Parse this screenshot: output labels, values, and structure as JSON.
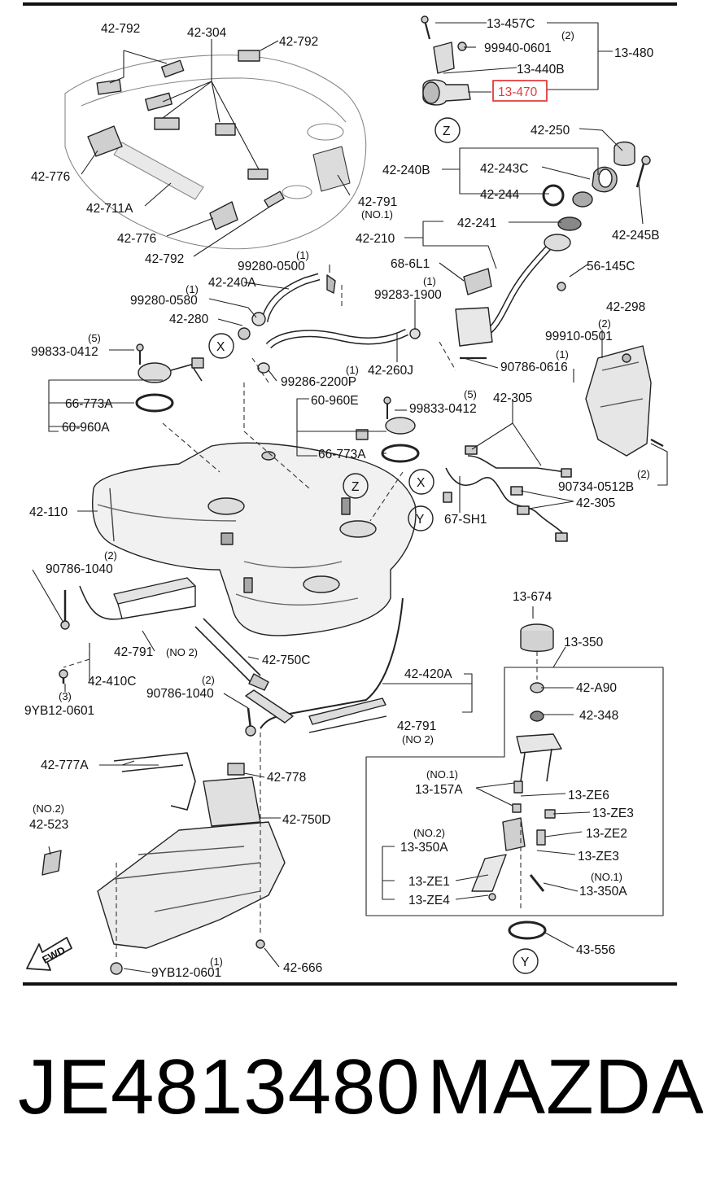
{
  "footer": {
    "part_number": "JE4813480",
    "brand": "MAZDA"
  },
  "highlight": {
    "color": "#e23b3b",
    "part": "13-470"
  },
  "labels": {
    "l42_792_a": "42-792",
    "l42_304": "42-304",
    "l42_792_b": "42-792",
    "l42_776_a": "42-776",
    "l42_711a": "42-711A",
    "l42_776_b": "42-776",
    "l42_792_c": "42-792",
    "l42_791_no1": "42-791",
    "no1_a": "(NO.1)",
    "l13_457c": "13-457C",
    "q2_a": "(2)",
    "l99940": "99940-0601",
    "l13_440b": "13-440B",
    "l13_480": "13-480",
    "l13_470": "13-470",
    "z_a": "Z",
    "l42_250": "42-250",
    "l42_240b": "42-240B",
    "l42_243c": "42-243C",
    "l42_244": "42-244",
    "l42_245b": "42-245B",
    "l42_241": "42-241",
    "l42_210": "42-210",
    "l68_6l1": "68-6L1",
    "l56_145c": "56-145C",
    "q1_a": "(1)",
    "l99283": "99283-1900",
    "q1_b": "(1)",
    "l99280_0500": "99280-0500",
    "l42_240a": "42-240A",
    "q1_c": "(1)",
    "l99280_0580": "99280-0580",
    "l42_280": "42-280",
    "x_a": "X",
    "q5_a": "(5)",
    "l99833_a": "99833-0412",
    "l99286": "99286-2200P",
    "q1_d": "(1)",
    "l42_260j": "42-260J",
    "l66_773a_a": "66-773A",
    "l60_960a": "60-960A",
    "l90786_0616": "90786-0616",
    "q1_e": "(1)",
    "q2_b": "(2)",
    "l99910": "99910-0501",
    "l42_298": "42-298",
    "l60_960e": "60-960E",
    "q5_b": "(5)",
    "l99833_b": "99833-0412",
    "l42_305_a": "42-305",
    "l66_773a_b": "66-773A",
    "z_b": "Z",
    "x_b": "X",
    "y_a": "Y",
    "l67_sh1": "67-SH1",
    "l90734": "90734-0512B",
    "q2_c": "(2)",
    "l42_305_b": "42-305",
    "l42_110": "42-110",
    "q2_d": "(2)",
    "l90786_1040_a": "90786-1040",
    "l42_791_no2_a": "42-791",
    "no2_a": "(NO 2)",
    "l42_750c": "42-750C",
    "l42_410c": "42-410C",
    "q3": "(3)",
    "l9yb12_a": "9YB12-0601",
    "q2_e": "(2)",
    "l90786_1040_b": "90786-1040",
    "l42_420a": "42-420A",
    "l42_791_no2_b": "42-791",
    "no2_b": "(NO 2)",
    "l13_674": "13-674",
    "l13_350": "13-350",
    "l42_a90": "42-A90",
    "l42_348": "42-348",
    "no1_b": "(NO.1)",
    "l13_157a": "13-157A",
    "l13_ze6": "13-ZE6",
    "l13_ze3_a": "13-ZE3",
    "l13_ze2": "13-ZE2",
    "no2_c": "(NO.2)",
    "l13_350a_a": "13-350A",
    "l13_ze3_b": "13-ZE3",
    "no1_c": "(NO.1)",
    "l13_ze1": "13-ZE1",
    "l13_350a_b": "13-350A",
    "l13_ze4": "13-ZE4",
    "l42_777a": "42-777A",
    "l42_778": "42-778",
    "no2_d": "(NO.2)",
    "l42_523": "42-523",
    "l42_750d": "42-750D",
    "l43_556": "43-556",
    "y_b": "Y",
    "fwd": "FWD",
    "q1_f": "(1)",
    "l9yb12_b": "9YB12-0601",
    "l42_666": "42-666"
  }
}
